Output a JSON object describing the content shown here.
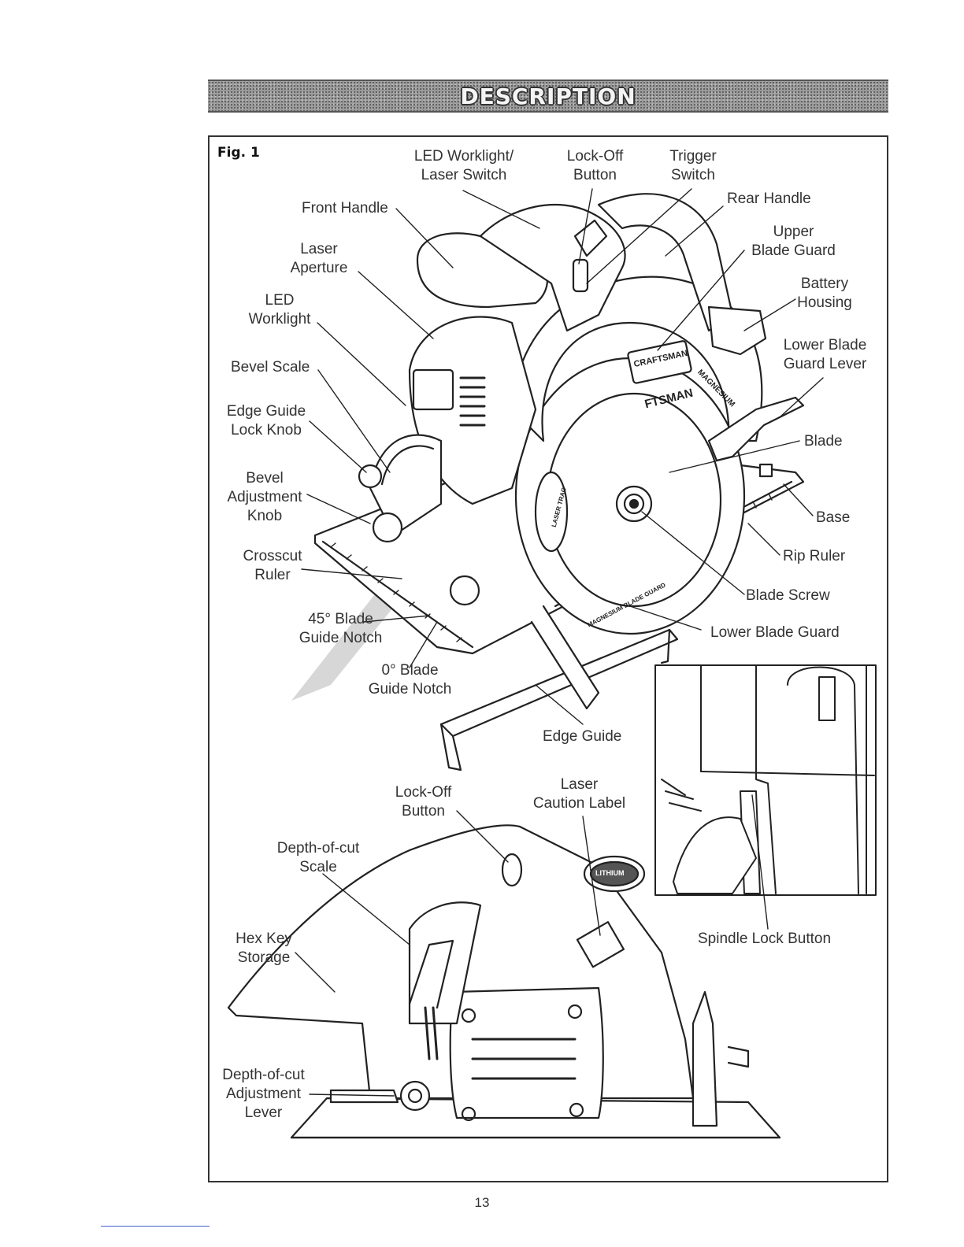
{
  "header": {
    "title": "DESCRIPTION"
  },
  "figure": {
    "label": "Fig. 1",
    "callouts": {
      "led_worklight_laser_switch": [
        "LED Worklight/",
        "Laser Switch"
      ],
      "lock_off_button_top": [
        "Lock-Off",
        "Button"
      ],
      "trigger_switch": [
        "Trigger",
        "Switch"
      ],
      "rear_handle": [
        "Rear Handle"
      ],
      "front_handle": [
        "Front Handle"
      ],
      "upper_blade_guard": [
        "Upper",
        "Blade Guard"
      ],
      "laser_aperture": [
        "Laser",
        "Aperture"
      ],
      "battery_housing": [
        "Battery",
        "Housing"
      ],
      "led_worklight": [
        "LED",
        "Worklight"
      ],
      "lower_blade_guard_lever": [
        "Lower Blade",
        "Guard Lever"
      ],
      "bevel_scale": [
        "Bevel Scale"
      ],
      "edge_guide_lock_knob": [
        "Edge Guide",
        "Lock Knob"
      ],
      "blade": [
        "Blade"
      ],
      "bevel_adjustment_knob": [
        "Bevel",
        "Adjustment",
        "Knob"
      ],
      "base": [
        "Base"
      ],
      "crosscut_ruler": [
        "Crosscut",
        "Ruler"
      ],
      "rip_ruler": [
        "Rip Ruler"
      ],
      "blade_screw": [
        "Blade Screw"
      ],
      "blade_guide_notch_45": [
        "45° Blade",
        "Guide Notch"
      ],
      "lower_blade_guard": [
        "Lower Blade Guard"
      ],
      "blade_guide_notch_0": [
        "0° Blade",
        "Guide Notch"
      ],
      "edge_guide": [
        "Edge Guide"
      ],
      "lock_off_button_side": [
        "Lock-Off",
        "Button"
      ],
      "laser_caution_label": [
        "Laser",
        "Caution Label"
      ],
      "depth_of_cut_scale": [
        "Depth-of-cut",
        "Scale"
      ],
      "hex_key_storage": [
        "Hex Key",
        "Storage"
      ],
      "spindle_lock_button": [
        "Spindle Lock Button"
      ],
      "depth_of_cut_adjustment_lever": [
        "Depth-of-cut",
        "Adjustment",
        "Lever"
      ]
    },
    "markings": {
      "brand": "CRAFTSMAN",
      "blade_brand": "FTSMAN",
      "motor_label": "MAGNESIUM",
      "guard_label": "MAGNESIUM BLADE GUARD",
      "laser_badge": "LASER TRAC",
      "battery_badge": "LITHIUM"
    }
  },
  "footer": {
    "page_number": "13"
  }
}
